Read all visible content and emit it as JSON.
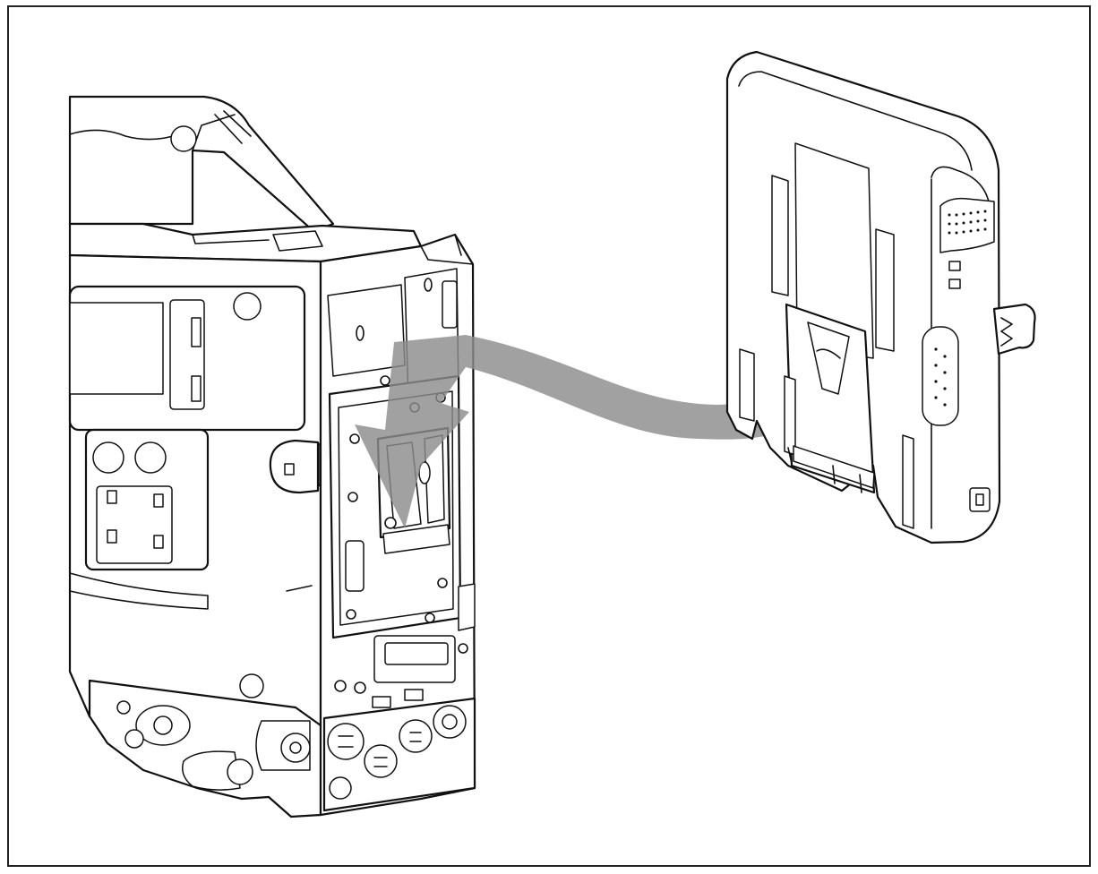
{
  "figure": {
    "colors": {
      "line": "#111111",
      "background": "#ffffff",
      "arrow": "#8c8c8c"
    },
    "icons": [
      "camcorder-rear-illustration",
      "battery-adapter-illustration",
      "curved-attach-arrow"
    ]
  }
}
